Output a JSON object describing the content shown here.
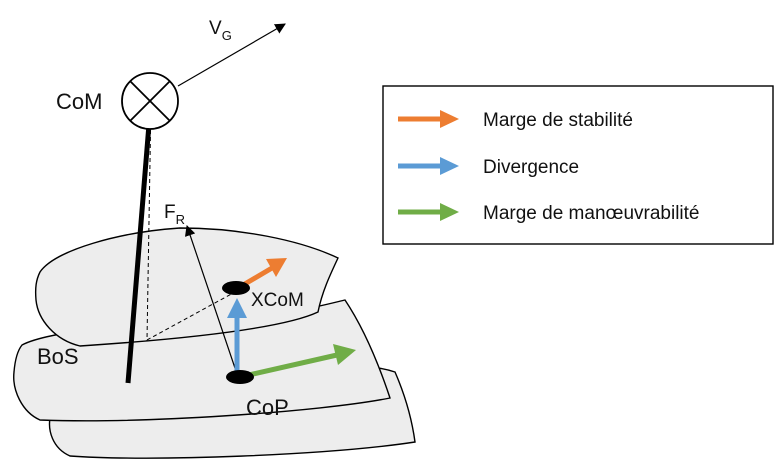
{
  "labels": {
    "com": "CoM",
    "vg_main": "V",
    "vg_sub": "G",
    "fr_main": "F",
    "fr_sub": "R",
    "xcom": "XCoM",
    "bos": "BoS",
    "cop": "CoP"
  },
  "legend": {
    "items": [
      {
        "label": "Marge de stabilité",
        "color": "#ED7D31"
      },
      {
        "label": "Divergence",
        "color": "#5B9BD5"
      },
      {
        "label": "Marge de manœuvrabilité",
        "color": "#70AD47"
      }
    ]
  },
  "colors": {
    "surface_fill": "#EDEDED",
    "stroke": "#000000",
    "orange": "#ED7D31",
    "blue": "#5B9BD5",
    "green": "#70AD47"
  }
}
